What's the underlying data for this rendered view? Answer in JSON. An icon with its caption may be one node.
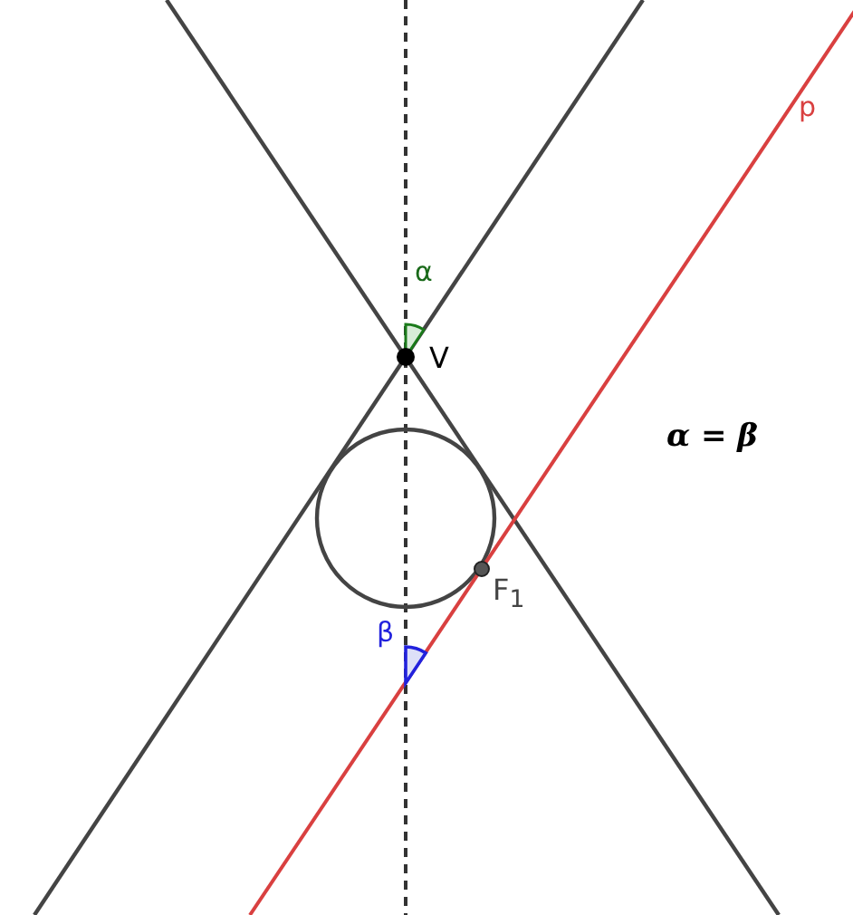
{
  "diagram": {
    "labels": [
      "p",
      "α",
      "V",
      "α = β",
      "F$_{1}$",
      "β"
    ]
  }
}
